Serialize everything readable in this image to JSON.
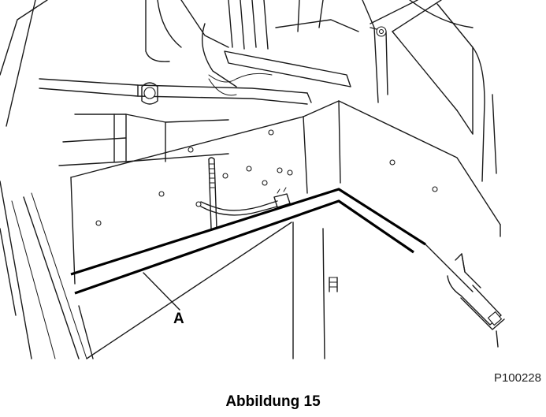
{
  "figure": {
    "callout_label": "A",
    "figure_id": "P100228",
    "caption": "Abbildung 15"
  },
  "colors": {
    "line": "#1a1a1a",
    "seal": "#000000",
    "background": "#ffffff"
  }
}
